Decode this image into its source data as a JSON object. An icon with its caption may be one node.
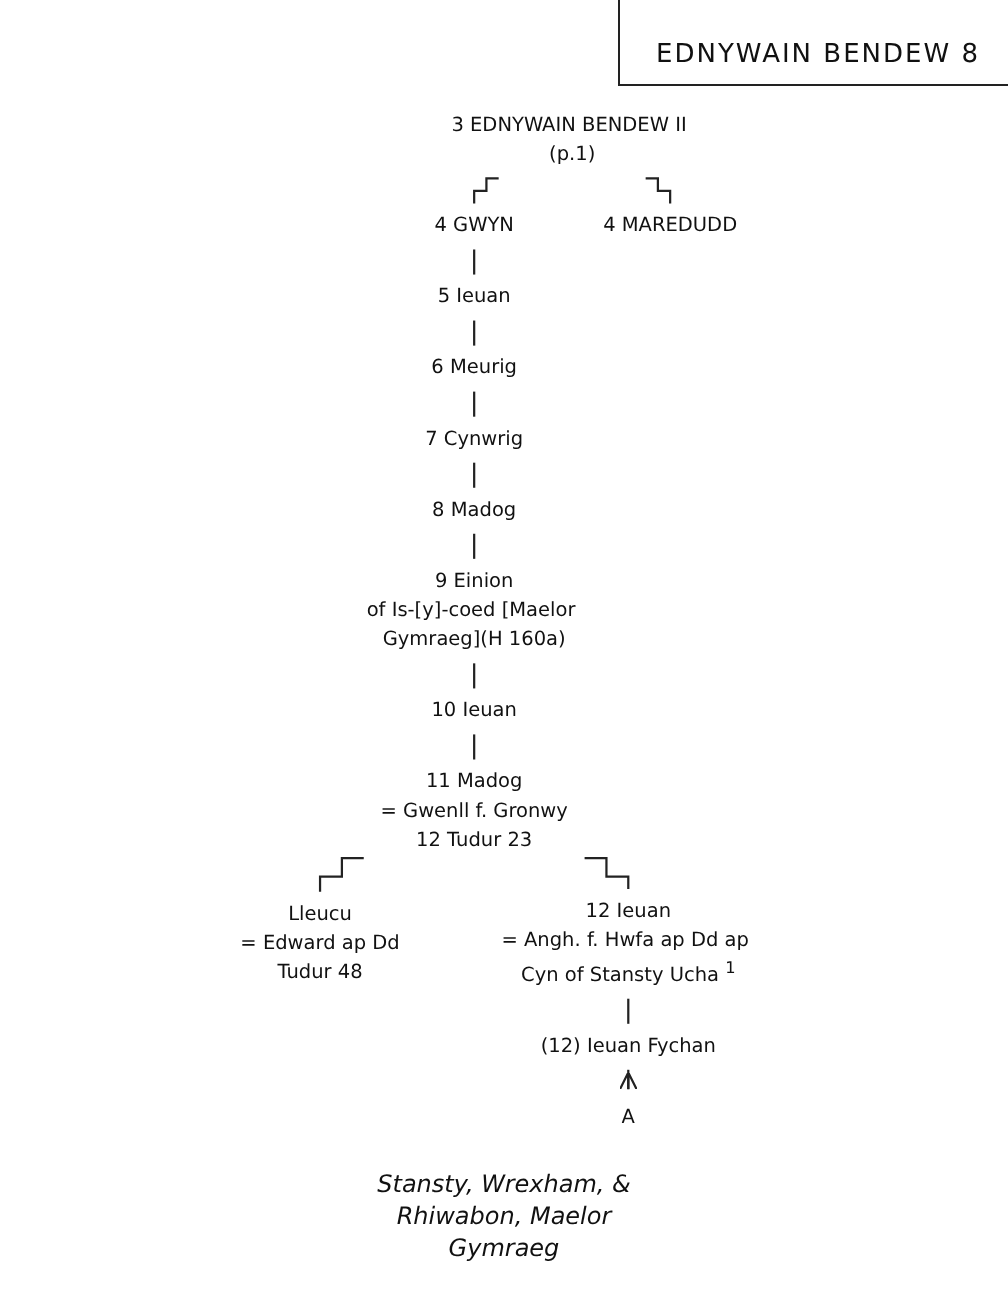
{
  "diagram": {
    "title": "EDNYWAIN BENDEW 8",
    "nodes": [
      {
        "text": [
          "3 EDNYWAIN BENDEW II (p.1)"
        ]
      },
      {
        "text": [
          "4 GWYN"
        ]
      },
      {
        "text": [
          "4 MAREDUDD"
        ]
      },
      {
        "text": [
          "5 Ieuan"
        ]
      },
      {
        "text": [
          "6 Meurig"
        ]
      },
      {
        "text": [
          "7 Cynwrig"
        ]
      },
      {
        "text": [
          "8 Madog"
        ]
      },
      {
        "text": [
          "9 Einion",
          "of Is-[y]-coed [Maelor Gymraeg](H 160a)"
        ]
      },
      {
        "text": [
          "10 Ieuan"
        ]
      },
      {
        "text": [
          "11 Madog",
          "= Gwenll f. Gronwy",
          "12 Tudur 23"
        ]
      },
      {
        "text": [
          "Lleucu",
          "= Edward ap Dd",
          "Tudur 48"
        ]
      },
      {
        "text": [
          "12 Ieuan",
          "= Angh. f. Hwfa ap Dd ap Cyn of Stansty Ucha $^{1}$"
        ]
      },
      {
        "text": [
          "(12) Ieuan Fychan"
        ]
      },
      {
        "text": [
          "A"
        ]
      }
    ],
    "edges": [
      {
        "from": 0,
        "to": 1,
        "arrow": "none"
      },
      {
        "from": 0,
        "to": 2,
        "arrow": "none"
      },
      {
        "from": 1,
        "to": 3,
        "arrow": "none"
      },
      {
        "from": 3,
        "to": 4,
        "arrow": "none"
      },
      {
        "from": 4,
        "to": 5,
        "arrow": "none"
      },
      {
        "from": 5,
        "to": 6,
        "arrow": "none"
      },
      {
        "from": 6,
        "to": 7,
        "arrow": "none"
      },
      {
        "from": 7,
        "to": 8,
        "arrow": "none"
      },
      {
        "from": 8,
        "to": 9,
        "arrow": "none"
      },
      {
        "from": 9,
        "to": 10,
        "arrow": "none"
      },
      {
        "from": 9,
        "to": 11,
        "arrow": "none"
      },
      {
        "from": 11,
        "to": 12,
        "arrow": "none"
      },
      {
        "from": 12,
        "to": 13,
        "arrow": "to"
      }
    ],
    "labels": [
      "Stansty, Wrexham, & Rhiwabon, Maelor Gymraeg"
    ]
  }
}
